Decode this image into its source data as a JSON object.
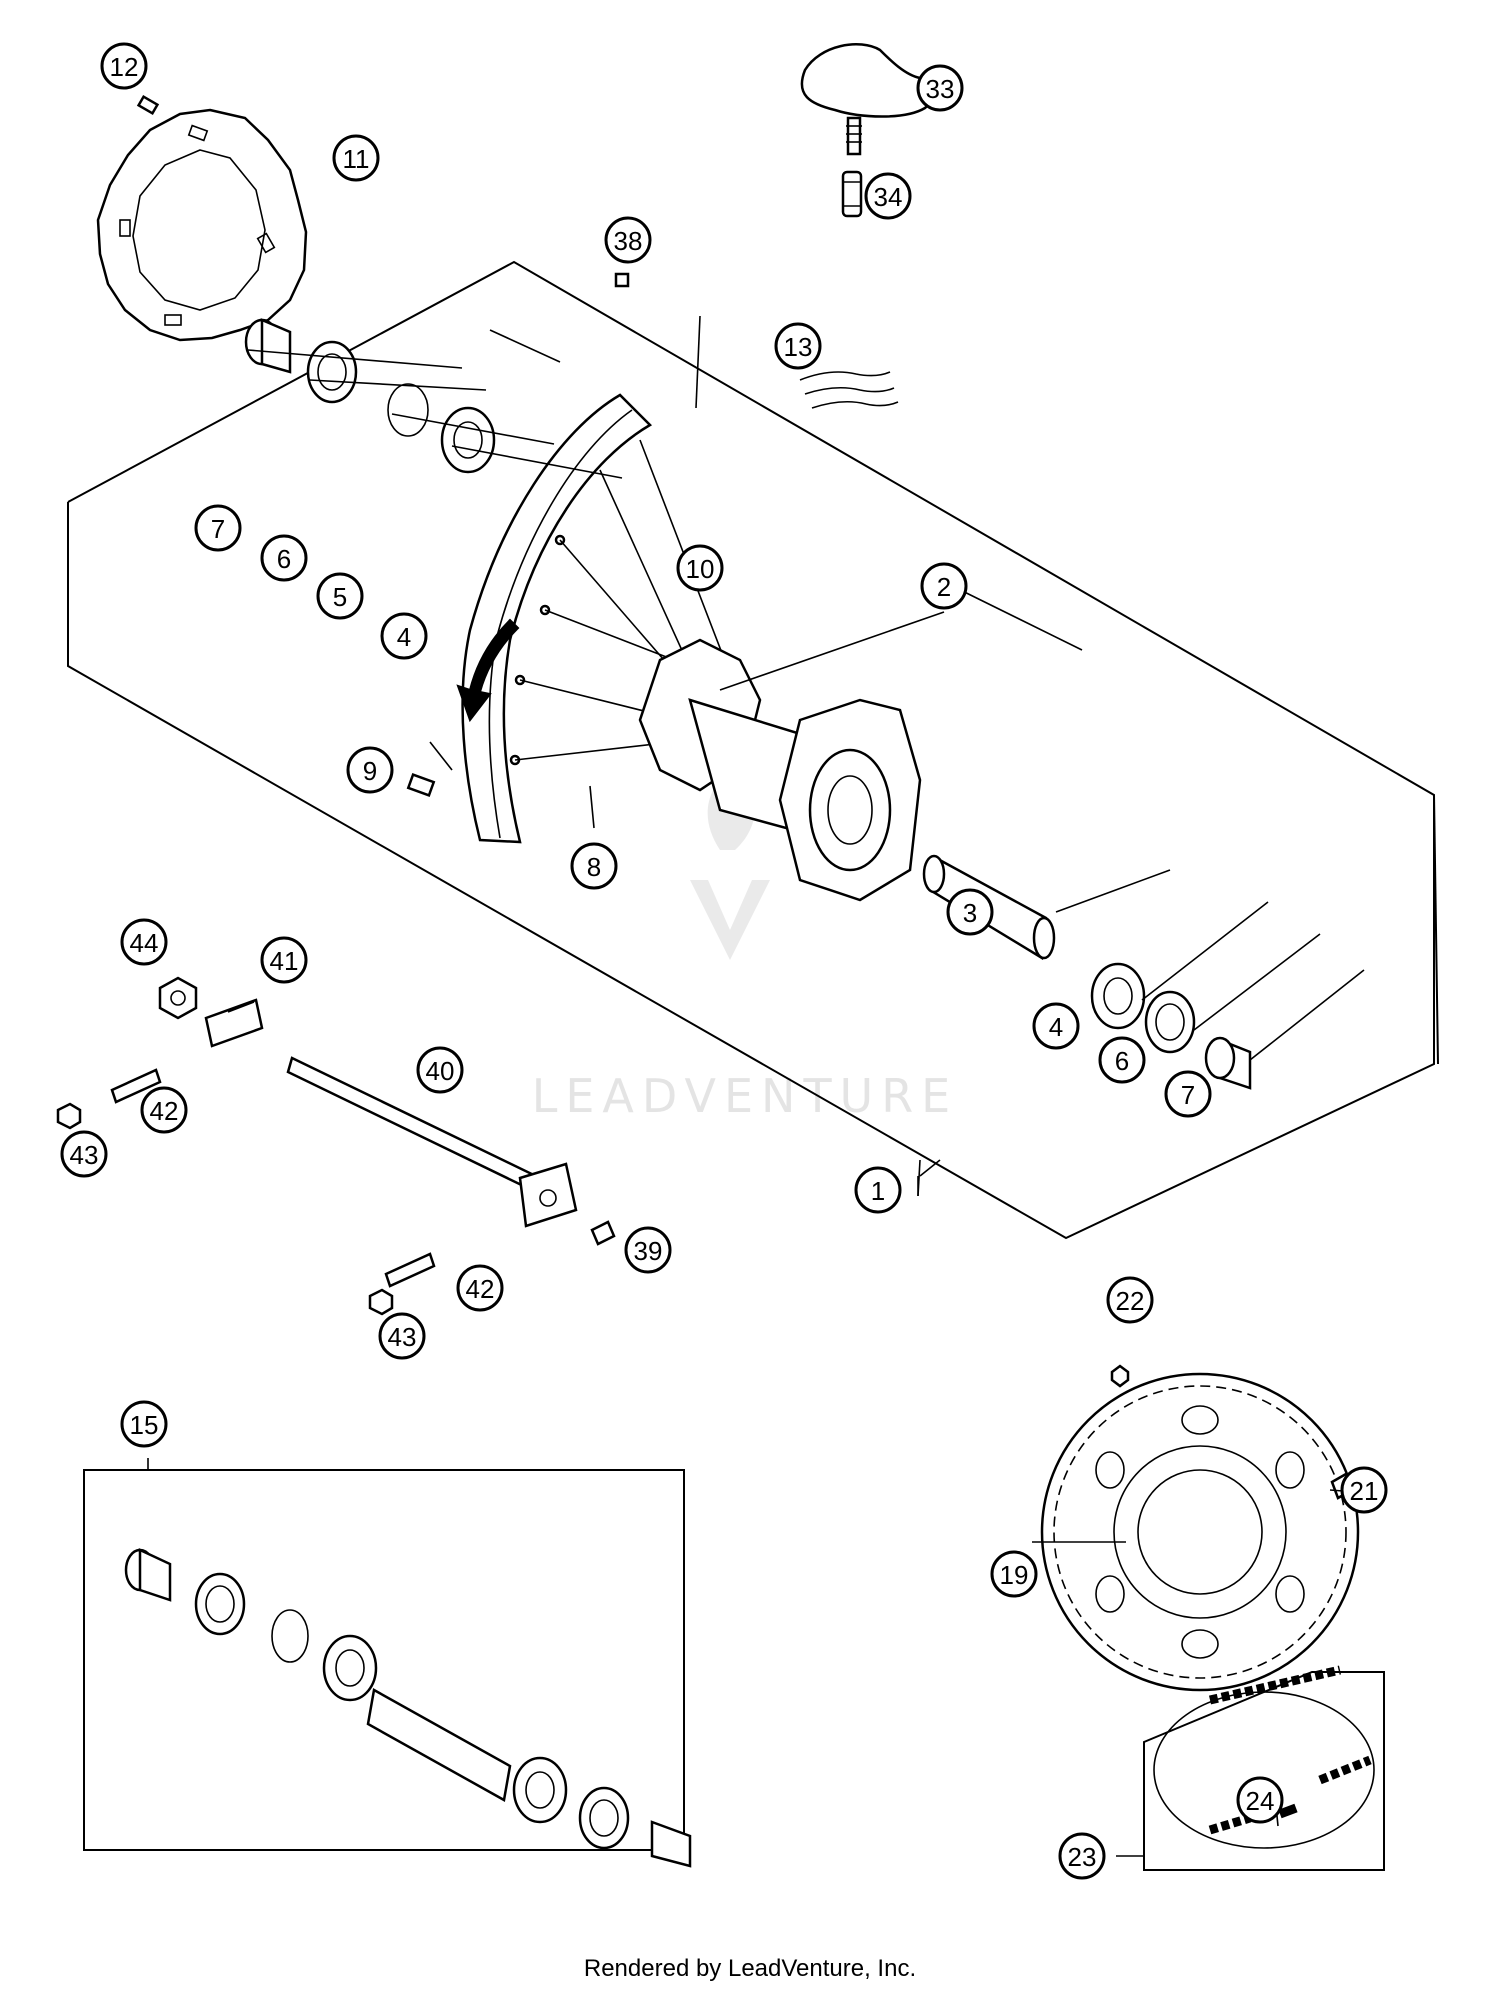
{
  "watermark": {
    "text": "LEADVENTURE",
    "logo_icon": "flame-v-logo"
  },
  "footer": {
    "text": "Rendered by LeadVenture, Inc."
  },
  "callouts": [
    {
      "id": "c12a",
      "label": "12"
    },
    {
      "id": "c11",
      "label": "11"
    },
    {
      "id": "c33",
      "label": "33"
    },
    {
      "id": "c34",
      "label": "34"
    },
    {
      "id": "c38",
      "label": "38"
    },
    {
      "id": "c13",
      "label": "13"
    },
    {
      "id": "c7a",
      "label": "7"
    },
    {
      "id": "c6a",
      "label": "6"
    },
    {
      "id": "c5",
      "label": "5"
    },
    {
      "id": "c4a",
      "label": "4"
    },
    {
      "id": "c10",
      "label": "10"
    },
    {
      "id": "c2",
      "label": "2"
    },
    {
      "id": "c9",
      "label": "9"
    },
    {
      "id": "c8",
      "label": "8"
    },
    {
      "id": "c3",
      "label": "3"
    },
    {
      "id": "c4b",
      "label": "4"
    },
    {
      "id": "c6b",
      "label": "6"
    },
    {
      "id": "c7b",
      "label": "7"
    },
    {
      "id": "c44",
      "label": "44"
    },
    {
      "id": "c41",
      "label": "41"
    },
    {
      "id": "c40",
      "label": "40"
    },
    {
      "id": "c42a",
      "label": "42"
    },
    {
      "id": "c43a",
      "label": "43"
    },
    {
      "id": "c1",
      "label": "1"
    },
    {
      "id": "c39",
      "label": "39"
    },
    {
      "id": "c42b",
      "label": "42"
    },
    {
      "id": "c43b",
      "label": "43"
    },
    {
      "id": "c22",
      "label": "22"
    },
    {
      "id": "c15",
      "label": "15"
    },
    {
      "id": "c21",
      "label": "21"
    },
    {
      "id": "c19",
      "label": "19"
    },
    {
      "id": "c24",
      "label": "24"
    },
    {
      "id": "c23",
      "label": "23"
    }
  ]
}
